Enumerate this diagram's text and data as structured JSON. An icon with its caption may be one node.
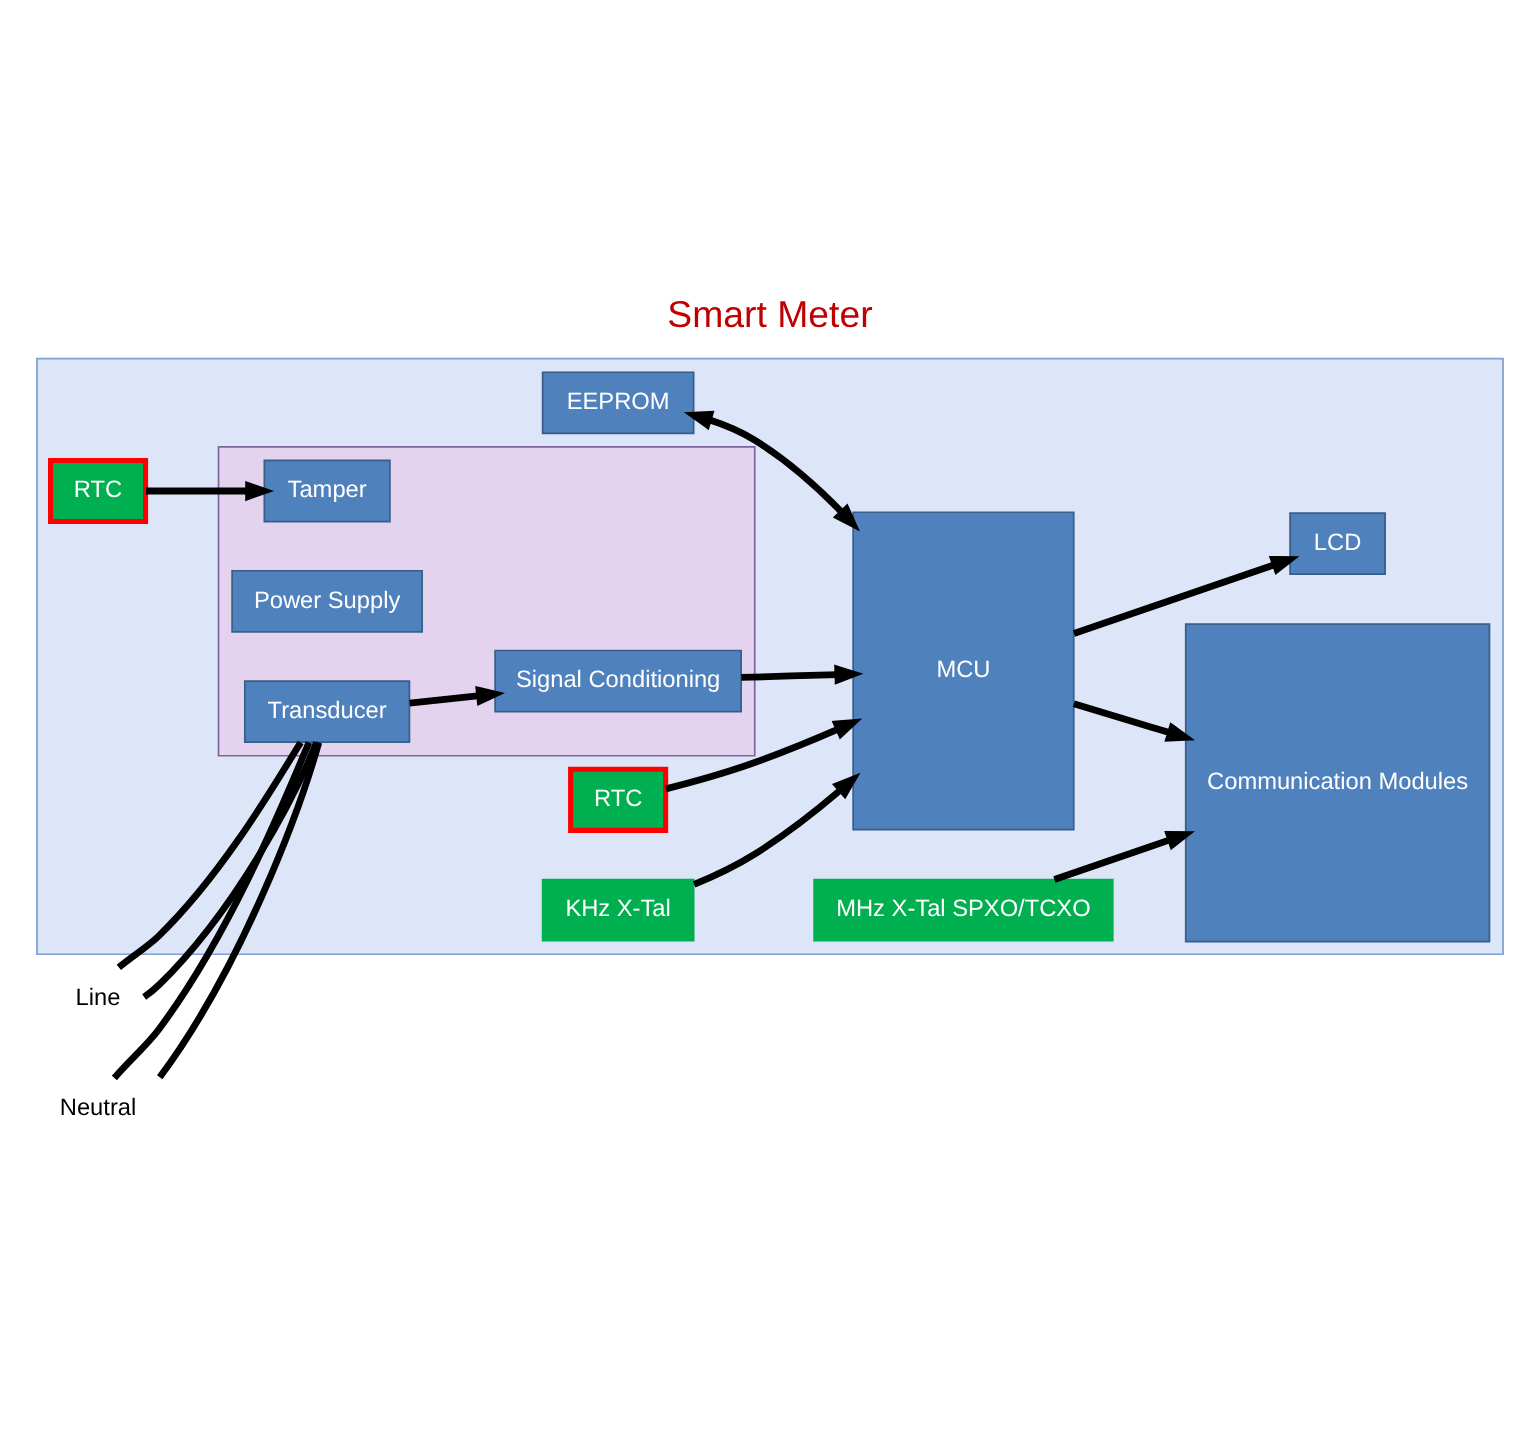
{
  "diagram": {
    "title": "Smart Meter",
    "nodes": [
      {
        "text": [],
        "shape": "box"
      },
      {
        "text": [
          "LCD"
        ],
        "in": 0
      },
      {
        "text": [
          "EEPROM"
        ],
        "in": 0
      },
      {
        "text": [],
        "shape": "box",
        "in": 0
      },
      {
        "text": [
          "Transducer"
        ],
        "in": 3
      },
      {
        "text": [
          "Signal Conditioning"
        ],
        "in": 3
      },
      {
        "text": [
          "Power Supply"
        ],
        "in": 3
      },
      {
        "text": [
          "Tamper"
        ],
        "in": 3
      },
      {
        "text": [
          "MCU"
        ],
        "in": 0
      },
      {
        "text": [
          "Communication Modules"
        ],
        "in": 0
      },
      {
        "text": [
          "RTC"
        ],
        "in": 0
      },
      {
        "text": [
          "RTC"
        ],
        "in": 0
      },
      {
        "text": [
          "KHz X-Tal"
        ],
        "in": 0
      },
      {
        "text": [
          "MHz X-Tal SPXO/TCXO"
        ],
        "in": 0
      },
      {
        "text": [
          "Line"
        ]
      },
      {
        "text": [
          "Neutral"
        ]
      }
    ],
    "edges": [
      {
        "from": 14,
        "to": 4,
        "arrow": "none"
      },
      {
        "from": 14,
        "to": 4,
        "arrow": "none"
      },
      {
        "from": 15,
        "to": 4,
        "arrow": "none"
      },
      {
        "from": 15,
        "to": 4,
        "arrow": "none"
      },
      {
        "from": 4,
        "to": 5,
        "arrow": "to"
      },
      {
        "from": 5,
        "to": 8,
        "arrow": "to"
      },
      {
        "from": 8,
        "to": 1,
        "arrow": "to"
      },
      {
        "from": 2,
        "to": 8,
        "arrow": "both"
      },
      {
        "from": 8,
        "to": 9,
        "arrow": "to"
      },
      {
        "from": 10,
        "to": 7,
        "arrow": "to"
      },
      {
        "from": 11,
        "to": 8,
        "arrow": "to"
      },
      {
        "from": 12,
        "to": 8,
        "arrow": "to"
      },
      {
        "from": 13,
        "to": 9,
        "arrow": "to"
      }
    ]
  }
}
